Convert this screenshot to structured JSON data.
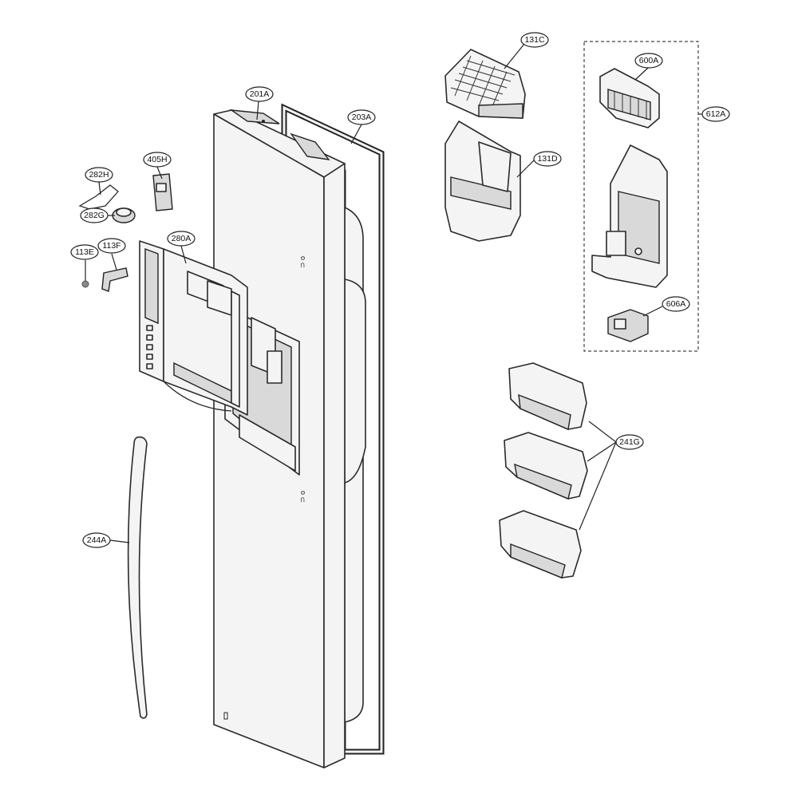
{
  "diagram": {
    "callouts": [
      {
        "id": "131C",
        "label": "131C"
      },
      {
        "id": "600A",
        "label": "600A"
      },
      {
        "id": "612A",
        "label": "612A"
      },
      {
        "id": "201A",
        "label": "201A"
      },
      {
        "id": "203A",
        "label": "203A"
      },
      {
        "id": "131D",
        "label": "131D"
      },
      {
        "id": "405H",
        "label": "405H"
      },
      {
        "id": "282H",
        "label": "282H"
      },
      {
        "id": "282G",
        "label": "282G"
      },
      {
        "id": "280A",
        "label": "280A"
      },
      {
        "id": "113E",
        "label": "113E"
      },
      {
        "id": "113F",
        "label": "113F"
      },
      {
        "id": "606A",
        "label": "606A"
      },
      {
        "id": "241G",
        "label": "241G"
      },
      {
        "id": "244A",
        "label": "244A"
      }
    ]
  }
}
